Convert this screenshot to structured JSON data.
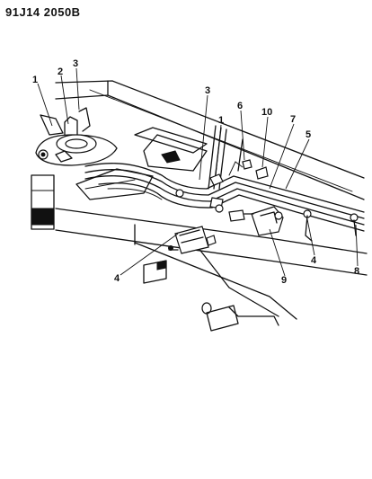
{
  "diagram_code": "91J14  2050B",
  "callouts": [
    {
      "id": "c1a",
      "label": "1"
    },
    {
      "id": "c2",
      "label": "2"
    },
    {
      "id": "c3a",
      "label": "3"
    },
    {
      "id": "c3b",
      "label": "3"
    },
    {
      "id": "c1b",
      "label": "1"
    },
    {
      "id": "c6",
      "label": "6"
    },
    {
      "id": "c10",
      "label": "10"
    },
    {
      "id": "c7",
      "label": "7"
    },
    {
      "id": "c5",
      "label": "5"
    },
    {
      "id": "c4a",
      "label": "4"
    },
    {
      "id": "c4b",
      "label": "4"
    },
    {
      "id": "c9",
      "label": "9"
    },
    {
      "id": "c8",
      "label": "8"
    }
  ]
}
